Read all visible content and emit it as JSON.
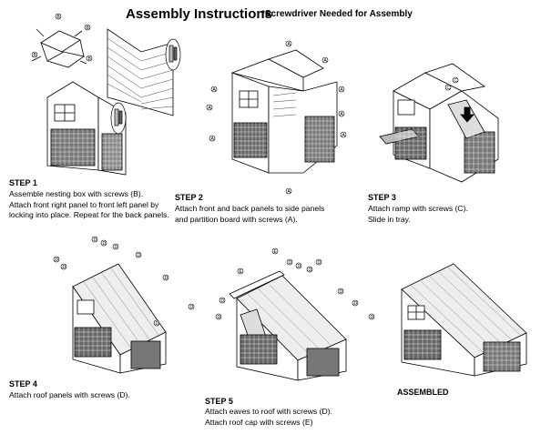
{
  "title": "Assembly Instructions",
  "note": "*Screwdriver Needed for Assembly",
  "steps": [
    {
      "heading": "STEP 1",
      "text": "Assemble nesting box with screws (B).\nAttach front right panel to front left panel by\nlocking into place.  Repeat for the back panels."
    },
    {
      "heading": "STEP 2",
      "text": "Attach front and back panels to side panels\nand partition board with screws (A)."
    },
    {
      "heading": "STEP 3",
      "text": "Attach ramp with screws (C).\nSlide in tray."
    },
    {
      "heading": "STEP 4",
      "text": "Attach roof panels with screws (D)."
    },
    {
      "heading": "STEP 5",
      "text": "Attach eaves to roof with screws (D).\nAttach roof cap with screws (E)"
    },
    {
      "heading": "ASSEMBLED",
      "text": ""
    }
  ],
  "callouts": {
    "A": "A",
    "B": "B",
    "C": "C",
    "D": "D",
    "E": "E"
  }
}
